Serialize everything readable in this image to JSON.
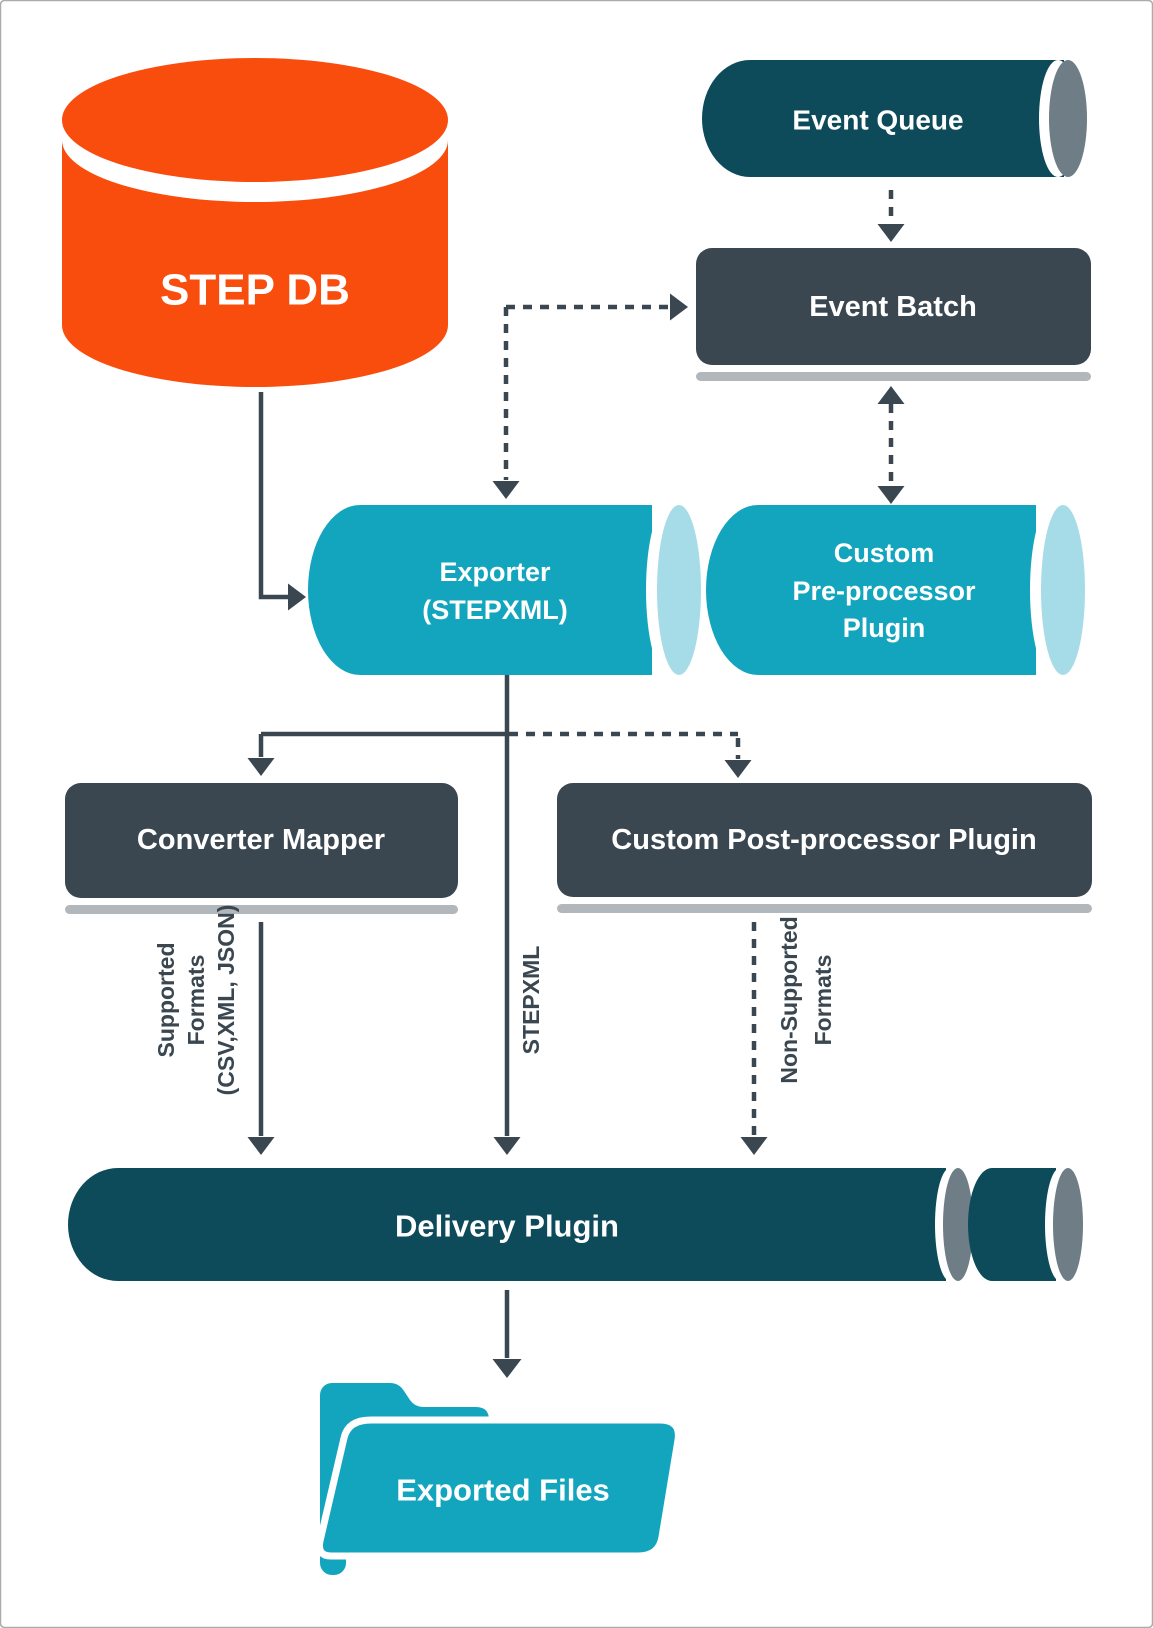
{
  "colors": {
    "orange": "#F94D0D",
    "cyan": "#14A5BE",
    "light_cyan_cap": "#A6DCE8",
    "dark_teal": "#0D4B5B",
    "slate": "#3A4750",
    "cap_gray": "#6F7D86",
    "shadow_gray": "#B1B7BB",
    "border_gray": "#ABABAB",
    "label_white": "#FFFFFF"
  },
  "nodes": {
    "step_db": {
      "label": "STEP DB"
    },
    "event_queue": {
      "label": "Event Queue"
    },
    "event_batch": {
      "label": "Event Batch"
    },
    "exporter": {
      "line1": "Exporter",
      "line2": "(STEPXML)"
    },
    "pre_processor": {
      "line1": "Custom",
      "line2": "Pre-processor",
      "line3": "Plugin"
    },
    "converter_mapper": {
      "label": "Converter Mapper"
    },
    "post_processor": {
      "label": "Custom Post-processor Plugin"
    },
    "delivery_plugin": {
      "label": "Delivery Plugin"
    },
    "exported_files": {
      "label": "Exported Files"
    }
  },
  "edge_labels": {
    "supported_formats": {
      "line1": "Supported",
      "line2": "Formats",
      "line3": "(CSV,XML, JSON)"
    },
    "stepxml": {
      "label": "STEPXML"
    },
    "non_supported": {
      "line1": "Non-Supported",
      "line2": "Formats"
    }
  }
}
